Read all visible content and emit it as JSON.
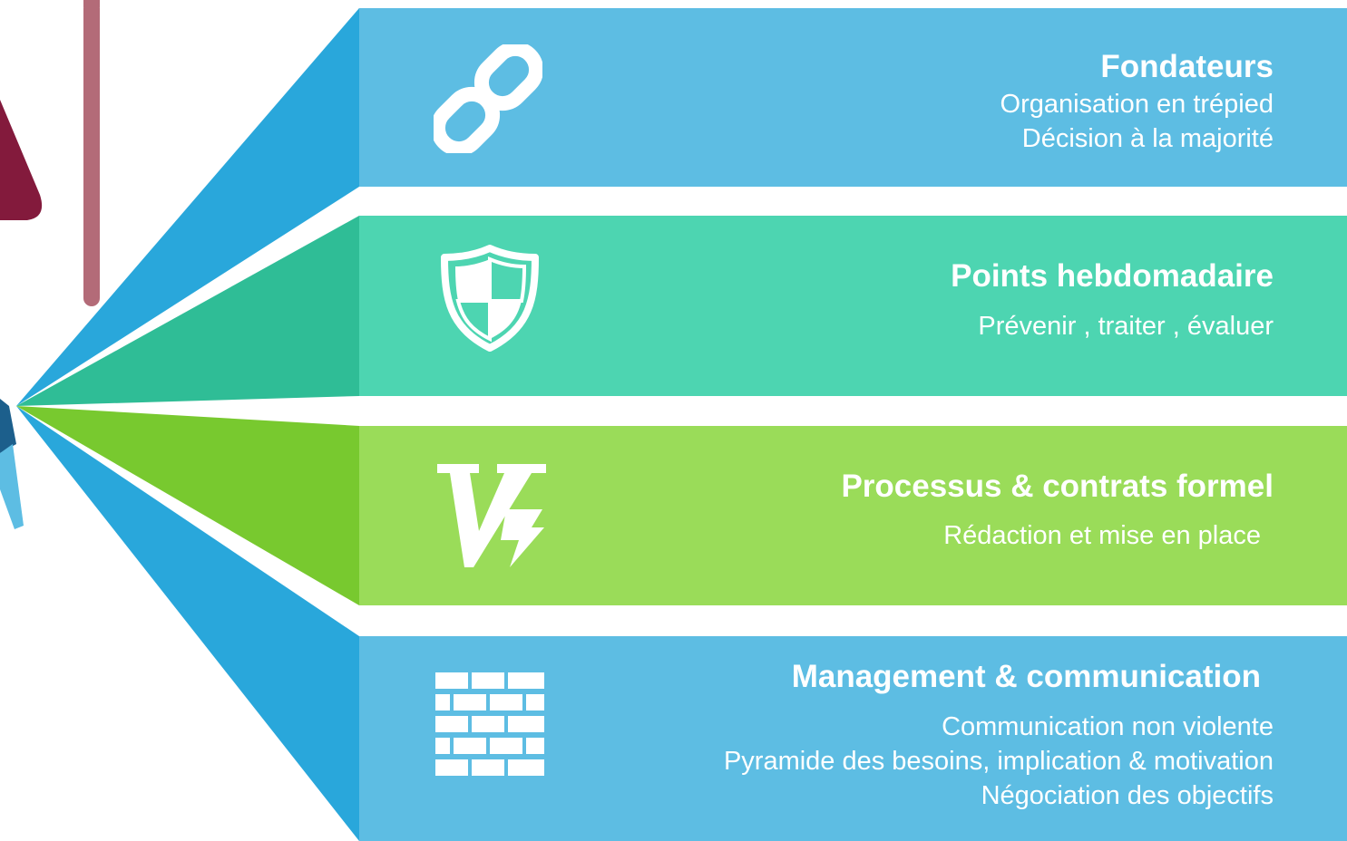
{
  "colors": {
    "blue": "#5dbde3",
    "blue_fan": "#29a7db",
    "teal": "#4dd5b1",
    "teal_fan": "#2fbd96",
    "green": "#9adc59",
    "green_fan": "#78c92f",
    "maroon": "#831a3c",
    "mauve": "#b36b78"
  },
  "items": [
    {
      "icon": "link-icon",
      "title": "Fondateurs",
      "lines": [
        "Organisation en trépied",
        "Décision à la majorité"
      ]
    },
    {
      "icon": "shield-icon",
      "title": "Points hebdomadaire",
      "lines": [
        "Prévenir , traiter , évaluer"
      ]
    },
    {
      "icon": "vue-logo-icon",
      "title": "Processus & contrats formel",
      "lines": [
        "Rédaction et mise en place"
      ]
    },
    {
      "icon": "brick-wall-icon",
      "title": "Management & communication",
      "lines": [
        "Communication non violente",
        "Pyramide des besoins, implication & motivation",
        "Négociation des objectifs"
      ]
    }
  ]
}
